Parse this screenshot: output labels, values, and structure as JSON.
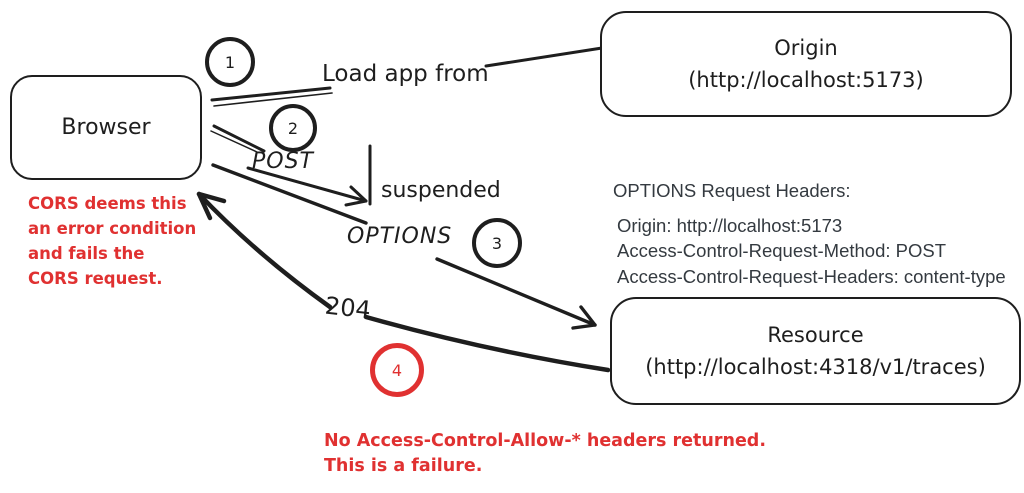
{
  "colors": {
    "ink": "#1e1e1e",
    "red": "#e03131",
    "headers_text": "#343a40",
    "background": "#ffffff"
  },
  "nodes": {
    "browser": {
      "label": "Browser"
    },
    "origin": {
      "line1": "Origin",
      "line2": "(http://localhost:5173)"
    },
    "resource": {
      "line1": "Resource",
      "line2": "(http://localhost:4318/v1/traces)"
    }
  },
  "steps": [
    {
      "n": "1"
    },
    {
      "n": "2"
    },
    {
      "n": "3"
    },
    {
      "n": "4"
    }
  ],
  "edge_labels": {
    "load_app": "Load app from",
    "post": "POST",
    "suspended": "suspended",
    "options": "OPTIONS",
    "status_204": "204"
  },
  "notes": {
    "cors_error": [
      "CORS deems this",
      "an error condition",
      "and fails the",
      "CORS request."
    ],
    "failure": [
      "No Access-Control-Allow-* headers returned.",
      "This is a failure."
    ]
  },
  "headers_panel": {
    "title": "OPTIONS Request Headers:",
    "lines": [
      "Origin: http://localhost:5173",
      "Access-Control-Request-Method: POST",
      "Access-Control-Request-Headers: content-type"
    ]
  }
}
